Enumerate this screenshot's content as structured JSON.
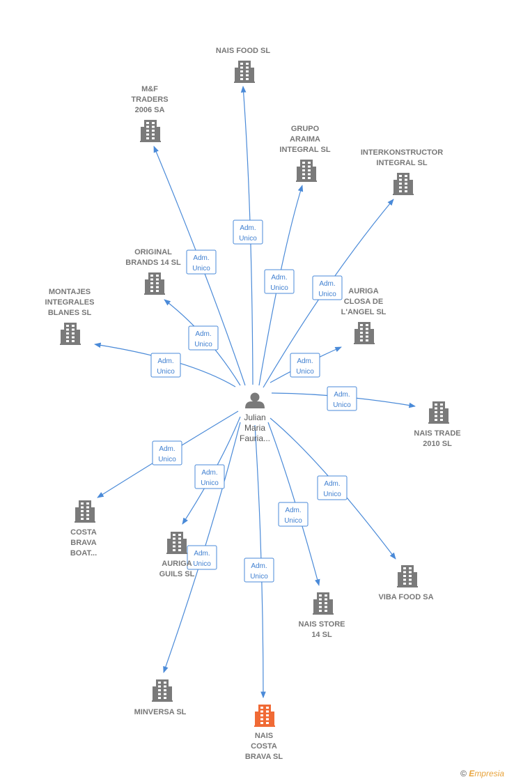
{
  "diagram": {
    "center": {
      "label_lines": [
        "Julian",
        "Maria",
        "Fauria..."
      ],
      "icon": "person-icon"
    },
    "relation_label_lines": [
      "Adm.",
      "Unico"
    ],
    "nodes": [
      {
        "id": "nais-food-sl",
        "label_lines": [
          "NAIS FOOD  SL"
        ],
        "icon": "building-icon",
        "highlight": false
      },
      {
        "id": "mf-traders-2006-sa",
        "label_lines": [
          "M&F",
          "TRADERS",
          "2006 SA"
        ],
        "icon": "building-icon",
        "highlight": false
      },
      {
        "id": "grupo-araima-integral-sl",
        "label_lines": [
          "GRUPO",
          "ARAIMA",
          "INTEGRAL  SL"
        ],
        "icon": "building-icon",
        "highlight": false
      },
      {
        "id": "interkonstructor-integral-sl",
        "label_lines": [
          "INTERKONSTRUCTOR",
          "INTEGRAL  SL"
        ],
        "icon": "building-icon",
        "highlight": false
      },
      {
        "id": "original-brands-14-sl",
        "label_lines": [
          "ORIGINAL",
          "BRANDS 14  SL"
        ],
        "icon": "building-icon",
        "highlight": false
      },
      {
        "id": "montajes-integrales-blanes-sl",
        "label_lines": [
          "MONTAJES",
          "INTEGRALES",
          "BLANES  SL"
        ],
        "icon": "building-icon",
        "highlight": false
      },
      {
        "id": "auriga-closa-de-langel-sl",
        "label_lines": [
          "AURIGA",
          "CLOSA DE",
          "L'ANGEL SL"
        ],
        "icon": "building-icon",
        "highlight": false
      },
      {
        "id": "nais-trade-2010-sl",
        "label_lines": [
          "NAIS TRADE",
          "2010  SL"
        ],
        "icon": "building-icon",
        "highlight": false
      },
      {
        "id": "costa-brava-boat",
        "label_lines": [
          "COSTA",
          "BRAVA",
          "BOAT..."
        ],
        "icon": "building-icon",
        "highlight": false
      },
      {
        "id": "auriga-guils-sl",
        "label_lines": [
          "AURIGA",
          "GUILS SL"
        ],
        "icon": "building-icon",
        "highlight": false
      },
      {
        "id": "viba-food-sa",
        "label_lines": [
          "VIBA FOOD SA"
        ],
        "icon": "building-icon",
        "highlight": false
      },
      {
        "id": "nais-store-14-sl",
        "label_lines": [
          "NAIS STORE",
          "14  SL"
        ],
        "icon": "building-icon",
        "highlight": false
      },
      {
        "id": "minversa-sl",
        "label_lines": [
          "MINVERSA SL"
        ],
        "icon": "building-icon",
        "highlight": false
      },
      {
        "id": "nais-costa-brava-sl",
        "label_lines": [
          "NAIS",
          "COSTA",
          "BRAVA  SL"
        ],
        "icon": "building-icon",
        "highlight": true
      }
    ],
    "colors": {
      "edge": "#4a8ad8",
      "company_icon": "#7a7a7a",
      "focus_icon": "#f06a35",
      "person_icon": "#7a7a7a"
    }
  },
  "footer": {
    "copyright_symbol": "©",
    "brand_initial": "E",
    "brand_rest": "mpresia"
  }
}
